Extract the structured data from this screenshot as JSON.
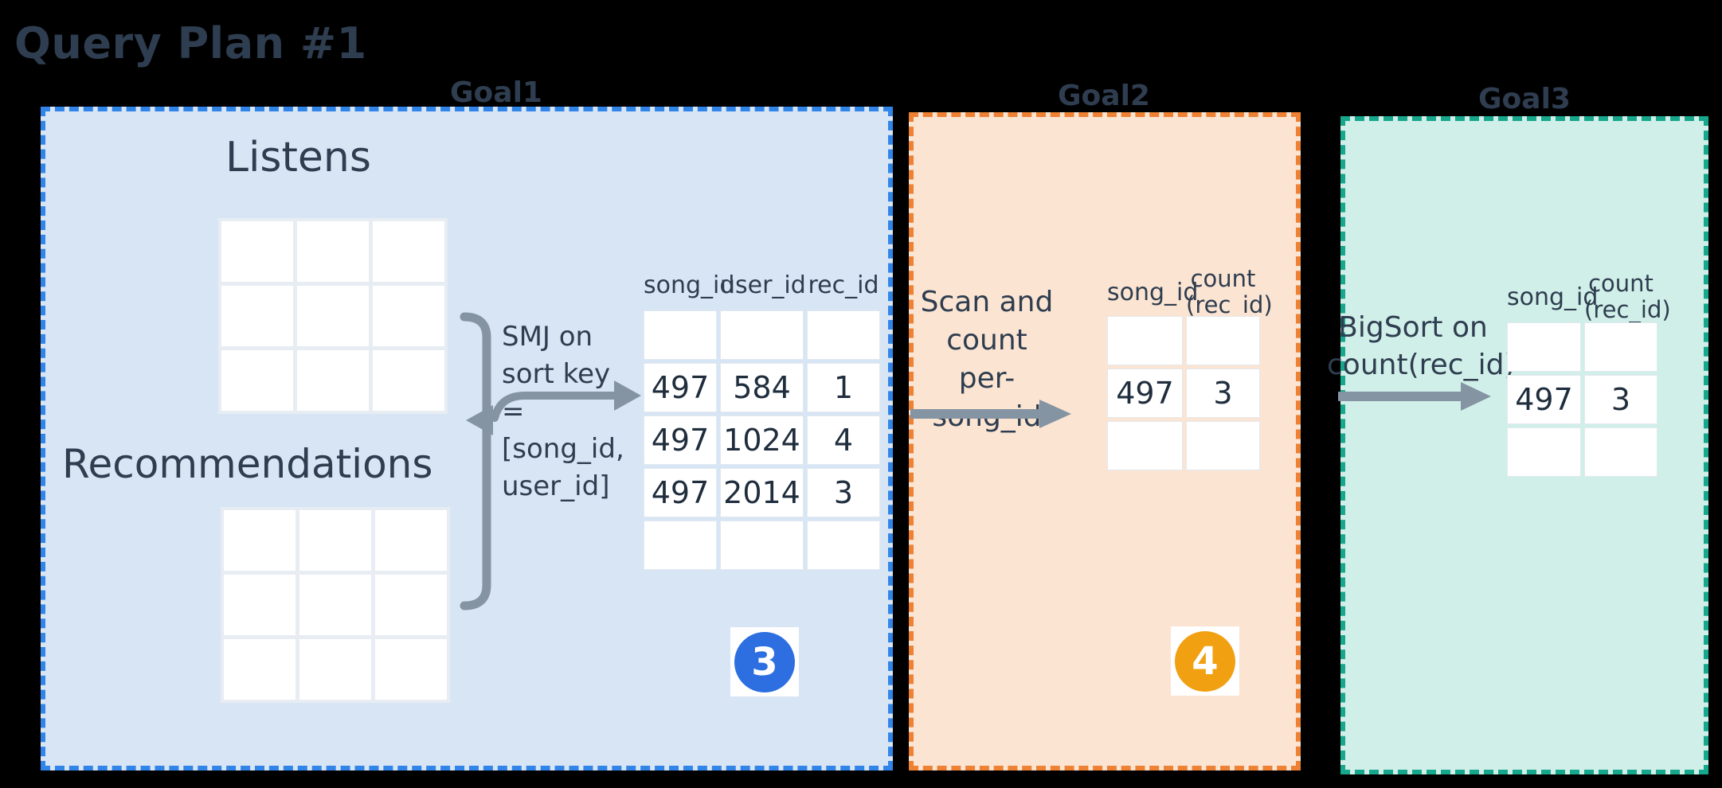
{
  "title": "Query Plan #1",
  "colors": {
    "background": "#000000",
    "text_navy": "#2e3d4f",
    "goal1_border": "#3285e8",
    "goal1_fill": "#d7e5f5",
    "goal2_border": "#ee8133",
    "goal2_fill": "#fbe4d2",
    "goal3_border": "#16a78c",
    "goal3_fill": "#d1efe9",
    "arrow_gray": "#8494a3",
    "badge3_blue": "#2d6fe1",
    "badge4_orange": "#f1a011"
  },
  "goal1": {
    "label": "Goal1",
    "listens_label": "Listens",
    "recommendations_label": "Recommendations",
    "operation_lines": [
      "SMJ on",
      "sort key",
      "=",
      "[song_id,",
      "user_id]"
    ],
    "table": {
      "headers": [
        "song_id",
        "user_id",
        "rec_id"
      ],
      "rows": [
        [
          "",
          "",
          ""
        ],
        [
          "497",
          "584",
          "1"
        ],
        [
          "497",
          "1024",
          "4"
        ],
        [
          "497",
          "2014",
          "3"
        ],
        [
          "",
          "",
          ""
        ]
      ]
    },
    "badge": "3"
  },
  "goal2": {
    "label": "Goal2",
    "operation_lines": [
      "Scan and",
      "count",
      "per-song_id"
    ],
    "table": {
      "headers": [
        "song_id",
        "count\n(rec_id)"
      ],
      "rows": [
        [
          "",
          ""
        ],
        [
          "497",
          "3"
        ],
        [
          "",
          ""
        ]
      ]
    },
    "badge": "4"
  },
  "goal3": {
    "label": "Goal3",
    "operation_lines": [
      "BigSort on",
      "count(rec_id)"
    ],
    "table": {
      "headers": [
        "song_id",
        "count\n(rec_id)"
      ],
      "rows": [
        [
          "",
          ""
        ],
        [
          "497",
          "3"
        ],
        [
          "",
          ""
        ]
      ]
    }
  }
}
